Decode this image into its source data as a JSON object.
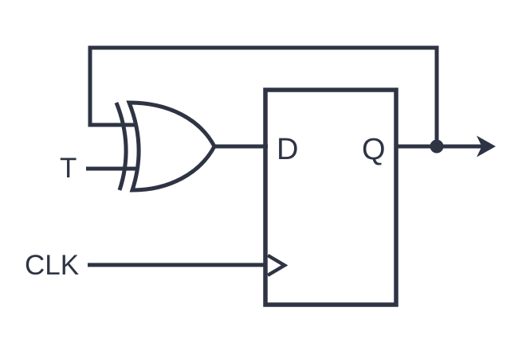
{
  "colors": {
    "stroke": "#2e3444",
    "background": "#ffffff"
  },
  "labels": {
    "t_input": "T",
    "clk_input": "CLK",
    "d_pin": "D",
    "q_pin": "Q"
  }
}
